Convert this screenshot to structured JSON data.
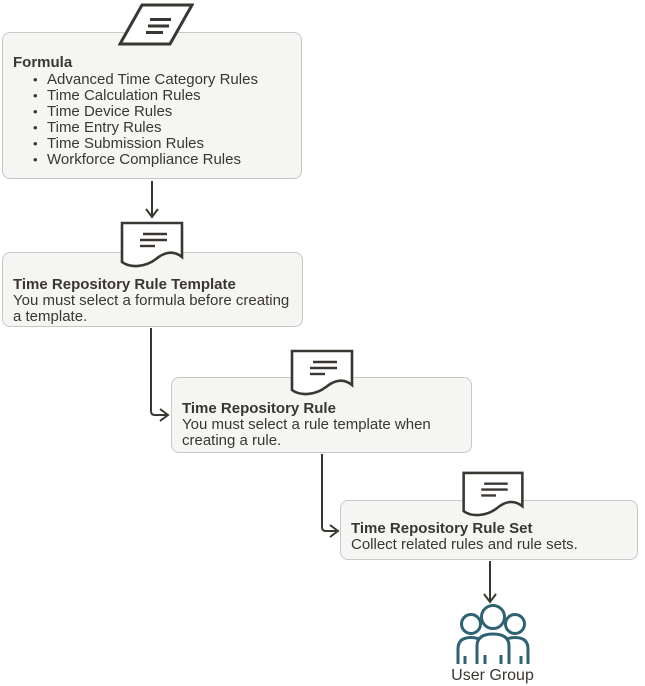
{
  "diagram": {
    "nodes": [
      {
        "id": "formula",
        "title": "Formula",
        "bullets": [
          "Advanced Time Category Rules",
          "Time Calculation Rules",
          "Time Device Rules",
          "Time Entry Rules",
          "Time Submission Rules",
          "Workforce Compliance Rules"
        ],
        "icon": "formula-parallelogram-icon"
      },
      {
        "id": "rule-template",
        "title": "Time Repository Rule Template",
        "body": "You must select a formula before creating a template.",
        "icon": "document-icon"
      },
      {
        "id": "rule",
        "title": "Time Repository Rule",
        "body": "You must select a rule template when creating a rule.",
        "icon": "document-icon"
      },
      {
        "id": "rule-set",
        "title": "Time Repository Rule Set",
        "body": "Collect related rules and rule sets.",
        "icon": "document-icon"
      }
    ],
    "terminal": {
      "label": "User Group",
      "icon": "user-group-icon"
    },
    "connections": [
      "formula -> rule-template",
      "rule-template -> rule",
      "rule -> rule-set",
      "rule-set -> user-group"
    ]
  },
  "colors": {
    "box_fill": "#f5f5f4",
    "box_border": "#c9c8c6",
    "text": "#3a3632",
    "line": "#3a3632",
    "user_icon": "#2f6272"
  }
}
